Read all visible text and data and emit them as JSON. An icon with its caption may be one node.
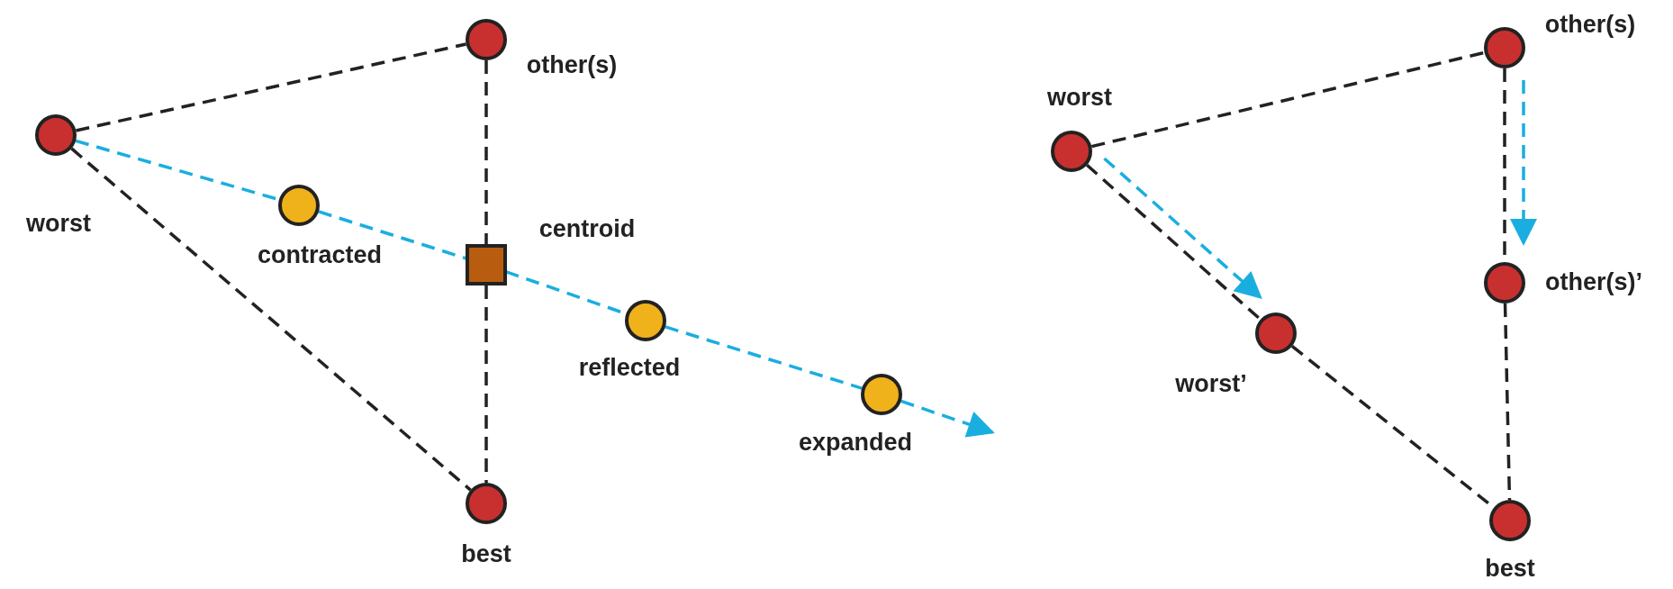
{
  "diagram": {
    "nodes": [
      {
        "text": [],
        "shape": "circle",
        "beside": [
          "worst"
        ]
      },
      {
        "text": [],
        "shape": "circle",
        "beside": [
          "other(s)"
        ]
      },
      {
        "text": [],
        "shape": "circle",
        "beside": [
          "contracted"
        ]
      },
      {
        "text": [],
        "shape": "box",
        "beside": [
          "centroid"
        ]
      },
      {
        "text": [],
        "shape": "circle",
        "beside": [
          "reflected"
        ]
      },
      {
        "text": [],
        "shape": "circle",
        "beside": [
          "expanded"
        ]
      },
      {
        "text": [],
        "shape": "circle",
        "beside": [
          "best"
        ]
      },
      {
        "text": [],
        "shape": "circle",
        "beside": [
          "worst"
        ]
      },
      {
        "text": [],
        "shape": "circle",
        "beside": [
          "other(s)"
        ]
      },
      {
        "text": [],
        "shape": "circle",
        "beside": [
          "other(s)’"
        ]
      },
      {
        "text": [],
        "shape": "circle",
        "beside": [
          "worst’"
        ]
      },
      {
        "text": [],
        "shape": "circle",
        "beside": [
          "best"
        ]
      }
    ],
    "edges": [
      {
        "from": 0,
        "to": 1,
        "arrow": "none",
        "style": "dashed"
      },
      {
        "from": 1,
        "to": 3,
        "arrow": "none",
        "style": "dashed"
      },
      {
        "from": 3,
        "to": 6,
        "arrow": "none",
        "style": "dashed"
      },
      {
        "from": 0,
        "to": 6,
        "arrow": "none",
        "style": "dashed"
      },
      {
        "from": 0,
        "to": 2,
        "arrow": "none",
        "style": "dashed",
        "color": "#1aaee0"
      },
      {
        "from": 2,
        "to": 3,
        "arrow": "none",
        "style": "dashed",
        "color": "#1aaee0"
      },
      {
        "from": 3,
        "to": 4,
        "arrow": "none",
        "style": "dashed",
        "color": "#1aaee0"
      },
      {
        "from": 4,
        "to": 5,
        "arrow": "none",
        "style": "dashed",
        "color": "#1aaee0"
      },
      {
        "from": 5,
        "to": null,
        "arrow": "to",
        "style": "dashed",
        "color": "#1aaee0"
      },
      {
        "from": 7,
        "to": 8,
        "arrow": "none",
        "style": "dashed"
      },
      {
        "from": 7,
        "to": 10,
        "arrow": "none",
        "style": "dashed"
      },
      {
        "from": 10,
        "to": 11,
        "arrow": "none",
        "style": "dashed"
      },
      {
        "from": 8,
        "to": 9,
        "arrow": "none",
        "style": "dashed"
      },
      {
        "from": 9,
        "to": 11,
        "arrow": "none",
        "style": "dashed"
      },
      {
        "from": 7,
        "to": 10,
        "arrow": "to",
        "style": "dashed",
        "color": "#1aaee0"
      },
      {
        "from": 8,
        "to": 9,
        "arrow": "to",
        "style": "dashed",
        "color": "#1aaee0"
      }
    ]
  }
}
